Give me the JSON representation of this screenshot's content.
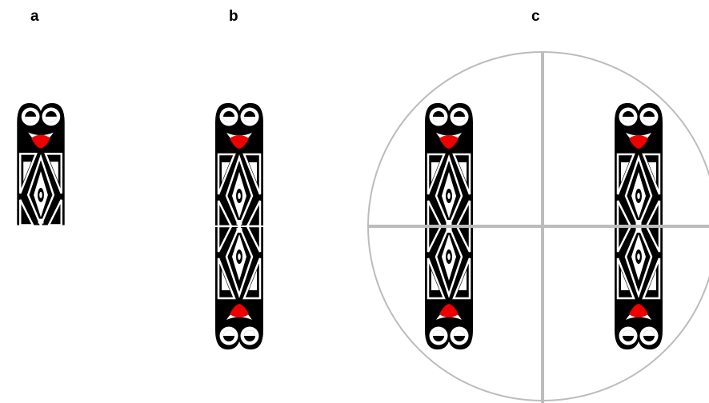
{
  "panels": [
    {
      "label": "a"
    },
    {
      "label": "b"
    },
    {
      "label": "c"
    }
  ],
  "colors": {
    "ink": "#000000",
    "paper": "#ffffff",
    "mouth": "#ee0000",
    "guide": "#bcbcbc"
  }
}
